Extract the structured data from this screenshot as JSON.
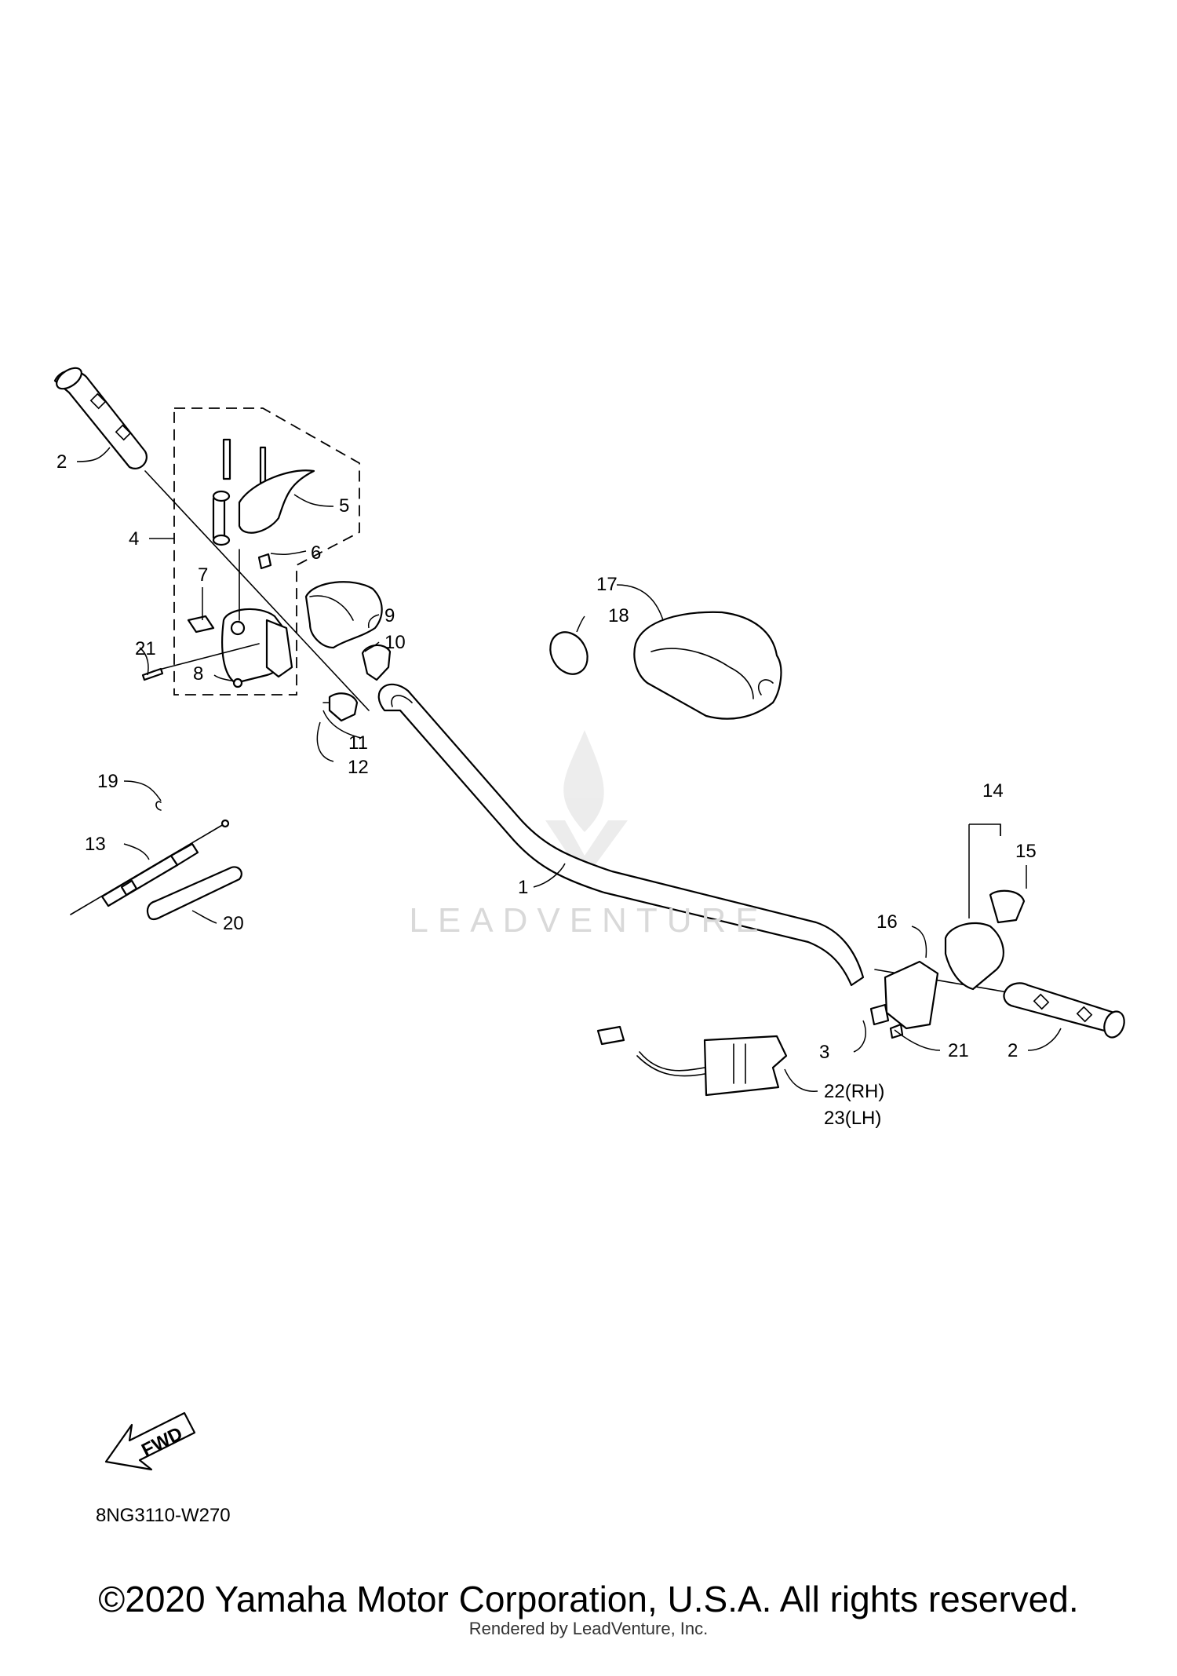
{
  "diagram": {
    "code": "8NG3110-W270",
    "fwd_label": "FWD",
    "watermark": "LEADVENTURE",
    "copyright": "©2020 Yamaha Motor Corporation, U.S.A. All rights reserved.",
    "rendered_by": "Rendered by LeadVenture, Inc.",
    "callouts": [
      "1",
      "2",
      "2",
      "3",
      "4",
      "5",
      "6",
      "7",
      "8",
      "9",
      "10",
      "11",
      "12",
      "13",
      "14",
      "15",
      "16",
      "17",
      "18",
      "19",
      "20",
      "21",
      "21",
      "22(RH)",
      "23(LH)"
    ]
  }
}
